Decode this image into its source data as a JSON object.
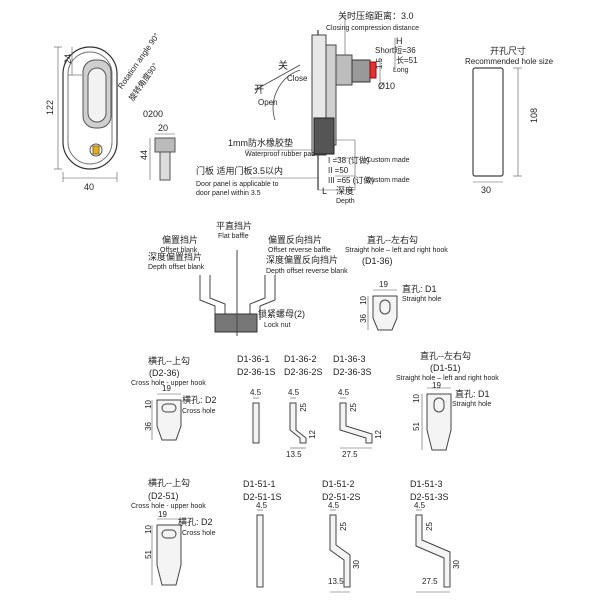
{
  "dims": {
    "h24": "24",
    "h122": "122",
    "w40": "40",
    "w20": "20",
    "h44": "44",
    "rotation_en": "Rotation angle 90°",
    "rotation_cn": "旋转角度90°",
    "model_0200": "0200",
    "open_cn": "开",
    "open_en": "Open",
    "close_cn": "关",
    "close_en": "Close",
    "compress_cn": "关时压缩距离：3.0",
    "compress_en": "Closing compression distance",
    "short_label": "Short短=36",
    "long_label": "长=51",
    "long_en": "Long",
    "h_label": "H",
    "dia10": "Ø10",
    "dim15": "1.5",
    "rubber_cn": "1mm防水橡胶垫",
    "rubber_en": "Waterproof rubber pad",
    "panel_cn": "门板 适用门板3.5以内",
    "panel_en1": "Door panel is applicable to",
    "panel_en2": "door panel within 3.5",
    "i38": "I =38 (订做)",
    "ii50": "II =50",
    "iii65": "III =65 (订做)",
    "custom1": "Custom made",
    "custom2": "Custom made",
    "depth_l": "L",
    "depth_cn": "深度",
    "depth_en": "Depth",
    "hole_cn": "开孔尺寸",
    "hole_en": "Recommended hole size",
    "hole_h": "108",
    "hole_w": "30"
  },
  "blanks": {
    "flat_cn": "平直挡片",
    "flat_en": "Flat baffle",
    "offset_cn": "偏置挡片",
    "offset_en": "Offset blank",
    "offrev_cn": "偏置反向挡片",
    "offrev_en": "Offset reverse baffle",
    "depthoff_cn": "深度偏置挡片",
    "depthoff_en": "Depth offset blank",
    "depthrev_cn": "深度偏置反向挡片",
    "depthrev_en": "Depth offset reverse blank",
    "nut_cn": "锁紧螺母(2)",
    "nut_en": "Lock nut"
  },
  "d136": {
    "title_cn": "直孔--左右勾",
    "title_en": "Straight hole – left and right hook",
    "code": "(D1-36)",
    "w19": "19",
    "h10": "10",
    "h36": "36",
    "hole_cn": "直孔: D1",
    "hole_en": "Straight hole"
  },
  "d236": {
    "title_cn": "横孔--上勾",
    "code": "(D2-36)",
    "title_en": "Cross hole - upper hook",
    "w19": "19",
    "h10": "10",
    "h36": "36",
    "hole_cn": "横孔: D2",
    "hole_en": "Cross hole"
  },
  "row36": {
    "c1a": "D1-36-1",
    "c1b": "D2-36-1S",
    "c2a": "D1-36-2",
    "c2b": "D2-36-2S",
    "c3a": "D1-36-3",
    "c3b": "D2-36-3S",
    "t1": "4.5",
    "t2": "4.5",
    "t3": "4.5",
    "v25a": "25",
    "v25b": "25",
    "v12a": "12",
    "v12b": "12",
    "b135": "13.5",
    "b275": "27.5"
  },
  "d151": {
    "title_cn": "直孔--左右勾",
    "code": "(D1-51)",
    "title_en": "Straight hole – left and right hook",
    "w19": "19",
    "h10": "10",
    "h51": "51",
    "hole_cn": "直孔: D1",
    "hole_en": "Straight hole"
  },
  "d251": {
    "title_cn": "横孔--上勾",
    "code": "(D2-51)",
    "title_en": "Cross hole - upper hook",
    "w19": "19",
    "h10": "10",
    "h51": "51",
    "hole_cn": "横孔: D2",
    "hole_en": "Cross hole"
  },
  "row51": {
    "c1a": "D1-51-1",
    "c1b": "D2-51-1S",
    "c2a": "D1-51-2",
    "c2b": "D2-51-2S",
    "c3a": "D1-51-3",
    "c3b": "D2-51-3S",
    "t1": "4.5",
    "t2": "4.5",
    "t3": "4.5",
    "v25a": "25",
    "v25b": "25",
    "v30a": "30",
    "v30b": "30",
    "b135": "13.5",
    "b275": "27.5"
  }
}
